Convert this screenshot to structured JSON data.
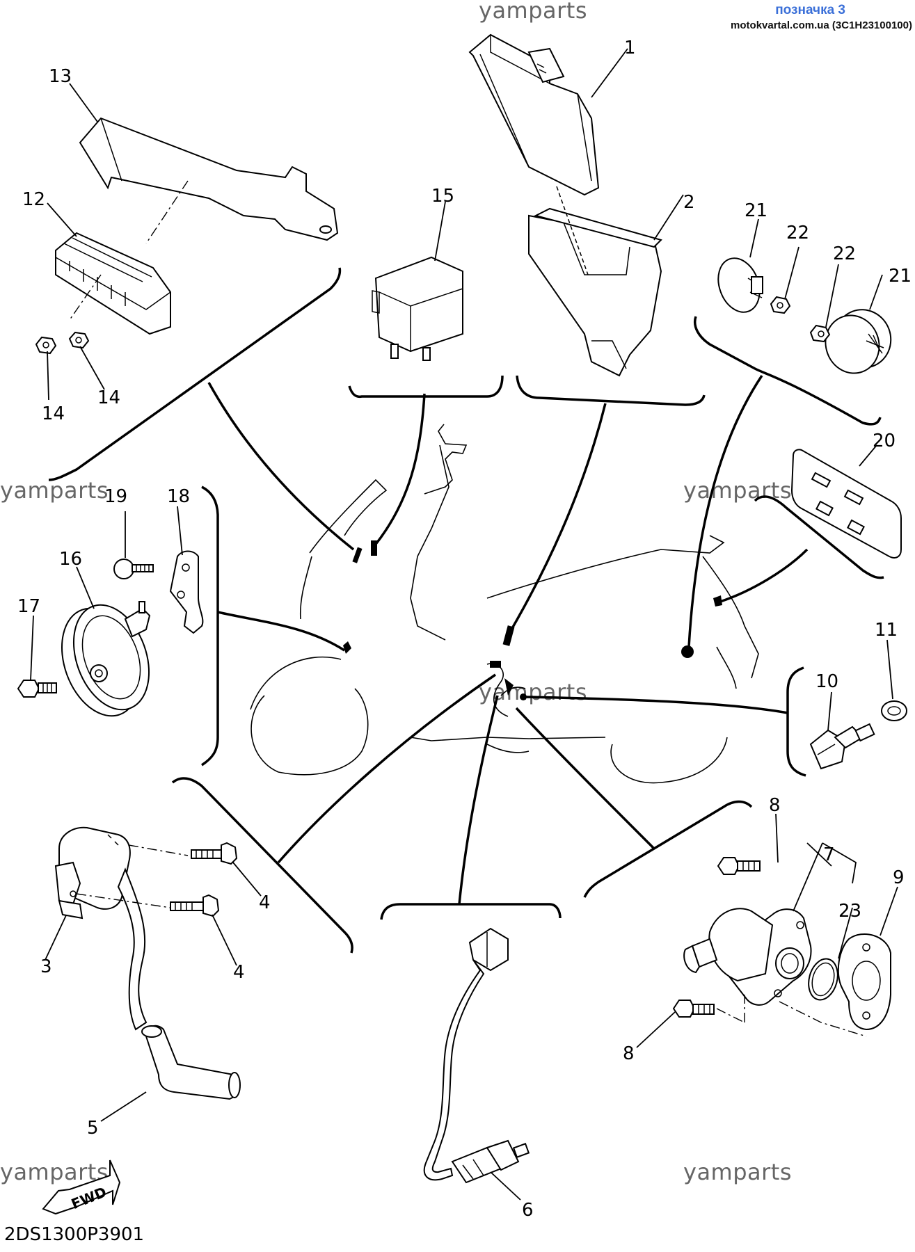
{
  "header": {
    "tag": "позначка 3",
    "source": "motokvartal.com.ua (3C1H23100100)"
  },
  "watermark": "yamparts",
  "diagram_code": "2DS1300P3901",
  "fwd_label": "FWD",
  "callouts": [
    "1",
    "2",
    "3",
    "4",
    "4",
    "5",
    "6",
    "7",
    "8",
    "8",
    "9",
    "10",
    "11",
    "12",
    "13",
    "14",
    "14",
    "15",
    "16",
    "17",
    "18",
    "19",
    "20",
    "21",
    "21",
    "22",
    "22",
    "23"
  ]
}
